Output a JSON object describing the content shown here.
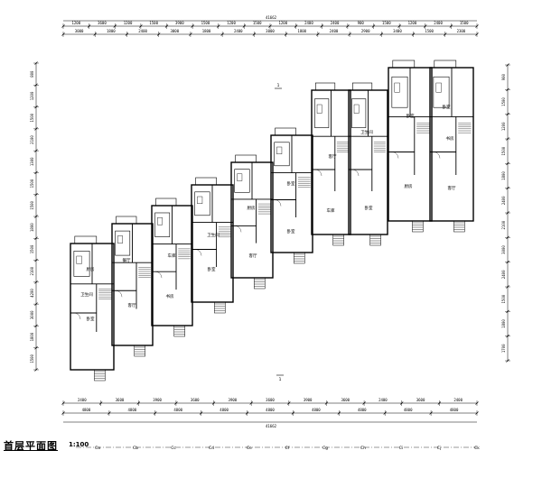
{
  "drawing": {
    "title": "首层平面图",
    "scale": "1:100",
    "colors": {
      "line": "#000000",
      "background": "#ffffff"
    }
  },
  "dimensions": {
    "top_total": "41662",
    "bottom_total": "41662",
    "top_row_1": [
      "1200",
      "3600",
      "1200",
      "1500",
      "3900",
      "1500",
      "1200",
      "1500",
      "1200",
      "2400",
      "2400",
      "900",
      "1500",
      "1200",
      "2400",
      "1500"
    ],
    "top_row_2": [
      "3000",
      "1800",
      "2400",
      "3000",
      "1800",
      "2400",
      "3000",
      "1800",
      "2400",
      "2900",
      "3400",
      "1500",
      "2300"
    ],
    "bottom_row_1": [
      "2400",
      "3600",
      "3900",
      "3600",
      "3900",
      "3600",
      "3900",
      "3600",
      "2400",
      "3600",
      "2400"
    ],
    "bottom_row_2": [
      "4800",
      "4800",
      "4800",
      "4800",
      "4800",
      "4800",
      "4800",
      "4800",
      "4800"
    ],
    "left_col": [
      "800",
      "1200",
      "1500",
      "2100",
      "1300",
      "1500",
      "1500",
      "1800",
      "1500",
      "2100",
      "4200",
      "3000",
      "1800",
      "1500"
    ],
    "right_col": [
      "900",
      "1500",
      "1200",
      "1500",
      "1800",
      "2400",
      "2100",
      "3000",
      "2400",
      "1500",
      "1800",
      "1700"
    ]
  },
  "axes": {
    "bottom": [
      "Ca",
      "Cb",
      "Cc",
      "Cd",
      "Ce",
      "Cf",
      "Cg",
      "Ch",
      "Ci",
      "Cj",
      "Ck"
    ]
  },
  "rooms": [
    "卧室",
    "卫生间",
    "厨房",
    "客厅",
    "餐厅",
    "书房",
    "车库",
    "卧室",
    "卫生间",
    "客厅",
    "厨房",
    "卧室",
    "卧室",
    "车库",
    "客厅",
    "卧室",
    "卫生间",
    "厨房",
    "卧室",
    "客厅",
    "书房",
    "卧室"
  ],
  "markers": [
    "1",
    "1"
  ]
}
